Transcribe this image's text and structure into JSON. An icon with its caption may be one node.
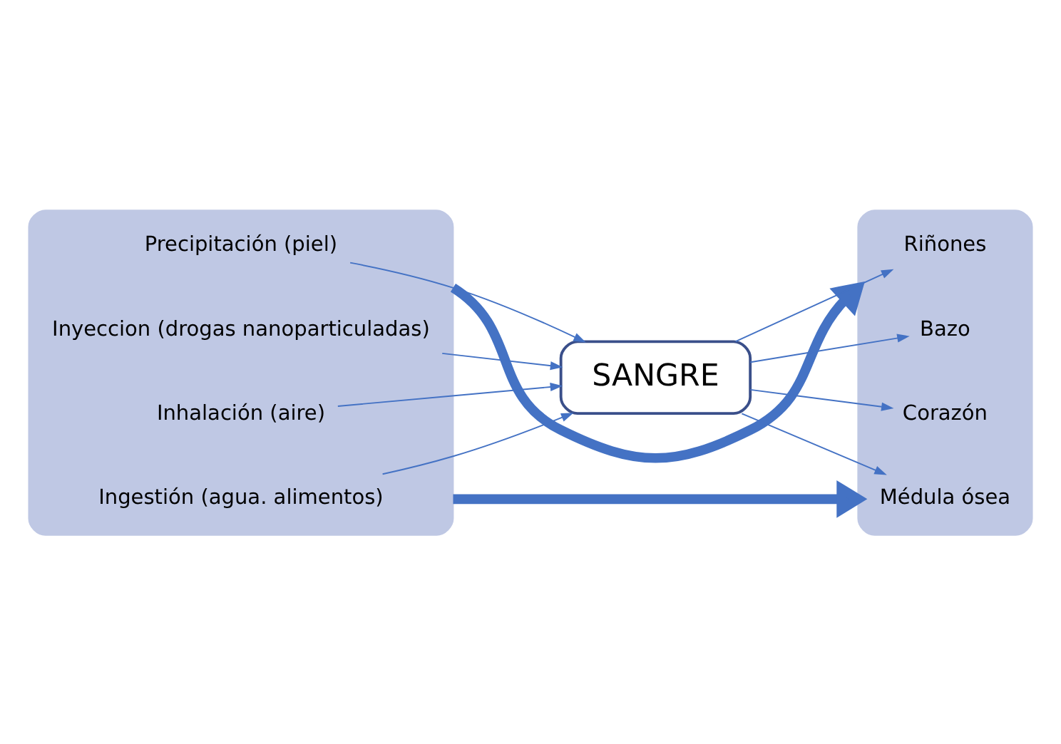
{
  "diagram": {
    "nodes": [
      {
        "text": [],
        "shape": "box"
      },
      {
        "text": [
          "Precipitación (piel)"
        ],
        "in": 0
      },
      {
        "text": [
          "Inyeccion (drogas nanoparticuladas)"
        ],
        "in": 0
      },
      {
        "text": [
          "Inhalación (aire)"
        ],
        "in": 0
      },
      {
        "text": [
          "Ingestión (agua. alimentos)"
        ],
        "in": 0
      },
      {
        "text": [
          "SANGRE"
        ]
      },
      {
        "text": [],
        "shape": "box"
      },
      {
        "text": [
          "Riñones"
        ],
        "in": 6
      },
      {
        "text": [
          "Bazo"
        ],
        "in": 6
      },
      {
        "text": [
          "Corazón"
        ],
        "in": 6
      },
      {
        "text": [
          "Médula ósea"
        ],
        "in": 6
      }
    ],
    "edges": [
      {
        "from": 0,
        "to": 6,
        "arrow": "to",
        "style": "thick"
      },
      {
        "from": 1,
        "to": 5,
        "arrow": "to"
      },
      {
        "from": 2,
        "to": 5,
        "arrow": "to"
      },
      {
        "from": 3,
        "to": 5,
        "arrow": "to"
      },
      {
        "from": 4,
        "to": 5,
        "arrow": "to"
      },
      {
        "from": 5,
        "to": 7,
        "arrow": "to"
      },
      {
        "from": 5,
        "to": 8,
        "arrow": "to"
      },
      {
        "from": 5,
        "to": 9,
        "arrow": "to"
      },
      {
        "from": 5,
        "to": 10,
        "arrow": "to"
      },
      {
        "from": 0,
        "to": 6,
        "arrow": "to",
        "style": "thick"
      }
    ]
  }
}
